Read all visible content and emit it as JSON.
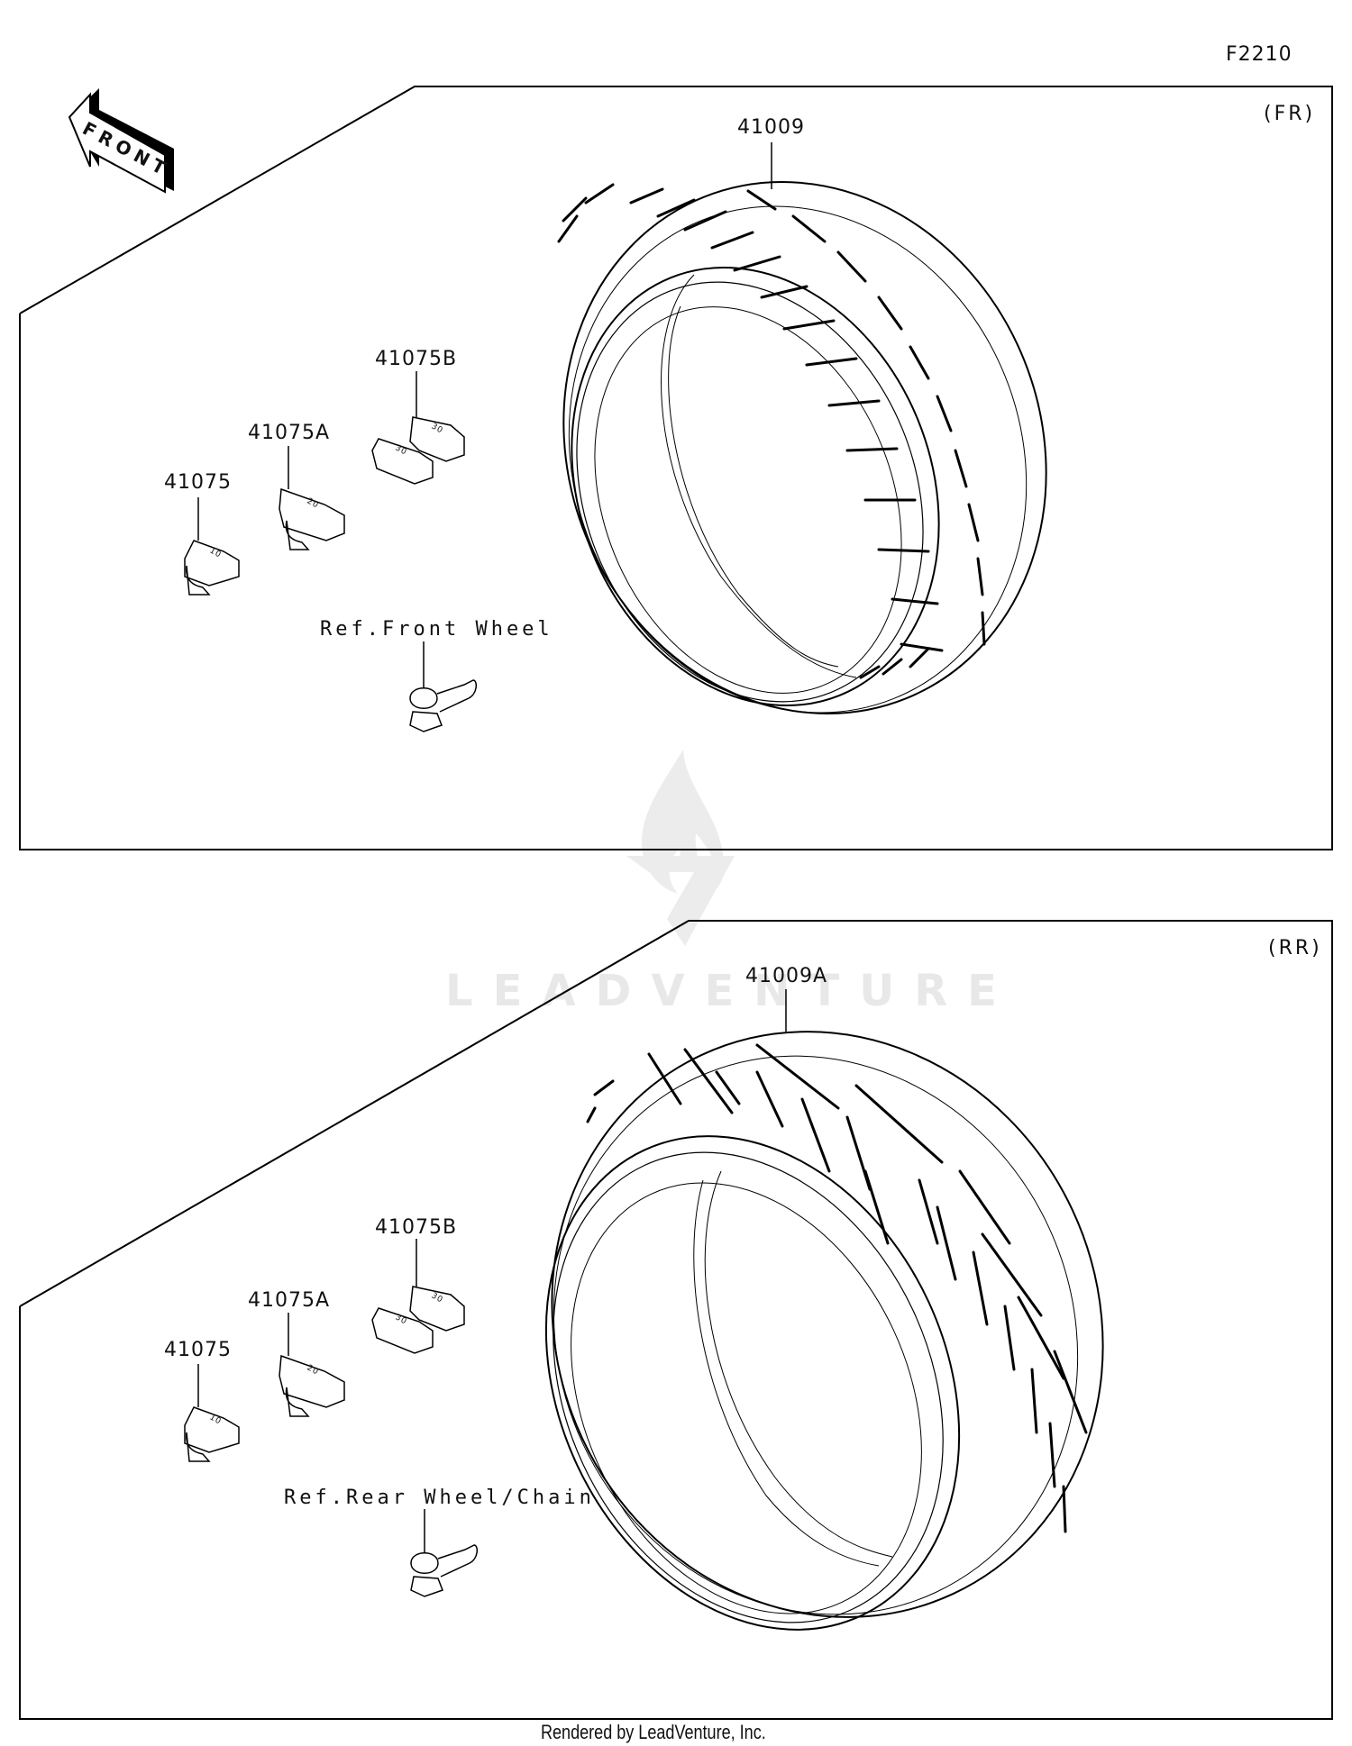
{
  "diagram": {
    "figure_code": "F2210",
    "front_arrow_label": "FRONT",
    "watermark": "LEADVENTURE",
    "footer": "Rendered by LeadVenture, Inc."
  },
  "panels": [
    {
      "id": "front",
      "tag": "(FR)",
      "tire_part": "41009",
      "weights": [
        {
          "part": "41075",
          "mark": "10"
        },
        {
          "part": "41075A",
          "mark": "20"
        },
        {
          "part": "41075B",
          "mark": "30"
        }
      ],
      "valve_ref": "Ref.Front Wheel"
    },
    {
      "id": "rear",
      "tag": "(RR)",
      "tire_part": "41009A",
      "weights": [
        {
          "part": "41075",
          "mark": "10"
        },
        {
          "part": "41075A",
          "mark": "20"
        },
        {
          "part": "41075B",
          "mark": "30"
        }
      ],
      "valve_ref": "Ref.Rear Wheel/Chain"
    }
  ],
  "colors": {
    "line": "#000000",
    "watermark": "#e8e8e8",
    "background": "#ffffff"
  }
}
